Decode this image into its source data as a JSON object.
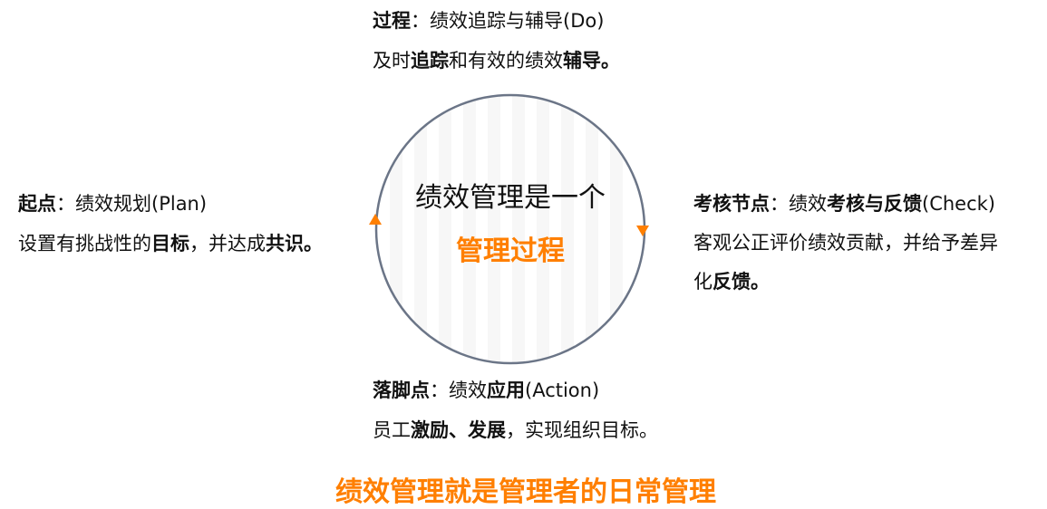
{
  "center": {
    "line1": "绩效管理是一个",
    "line2": "管理过程"
  },
  "top": {
    "l1": [
      "过程",
      "：绩效追踪与辅导(Do)"
    ],
    "l2": [
      "及时",
      "追踪",
      "和有效的绩效",
      "辅导。"
    ]
  },
  "left": {
    "l1": [
      "起点",
      "：绩效规划(Plan)"
    ],
    "l2": [
      "设置有挑战性的",
      "目标",
      "，并达成",
      "共识。"
    ]
  },
  "right": {
    "l1": [
      "考核节点",
      "：绩效",
      "考核与反馈",
      "(Check)"
    ],
    "l2": [
      "客观公正评价绩效贡献，并给予差异"
    ],
    "l3": [
      "化",
      "反馈。"
    ]
  },
  "bottom": {
    "l1": [
      "落脚点",
      "：绩效",
      "应用",
      "(Action)"
    ],
    "l2": [
      "员工",
      "激励、发展",
      "，实现组织目标。"
    ]
  },
  "footer": "绩效管理就是管理者的日常管理",
  "colors": {
    "accent": "#ff7f00",
    "ring": "#6b7587"
  },
  "icons": [
    "arrow-up-icon",
    "arrow-down-icon"
  ]
}
